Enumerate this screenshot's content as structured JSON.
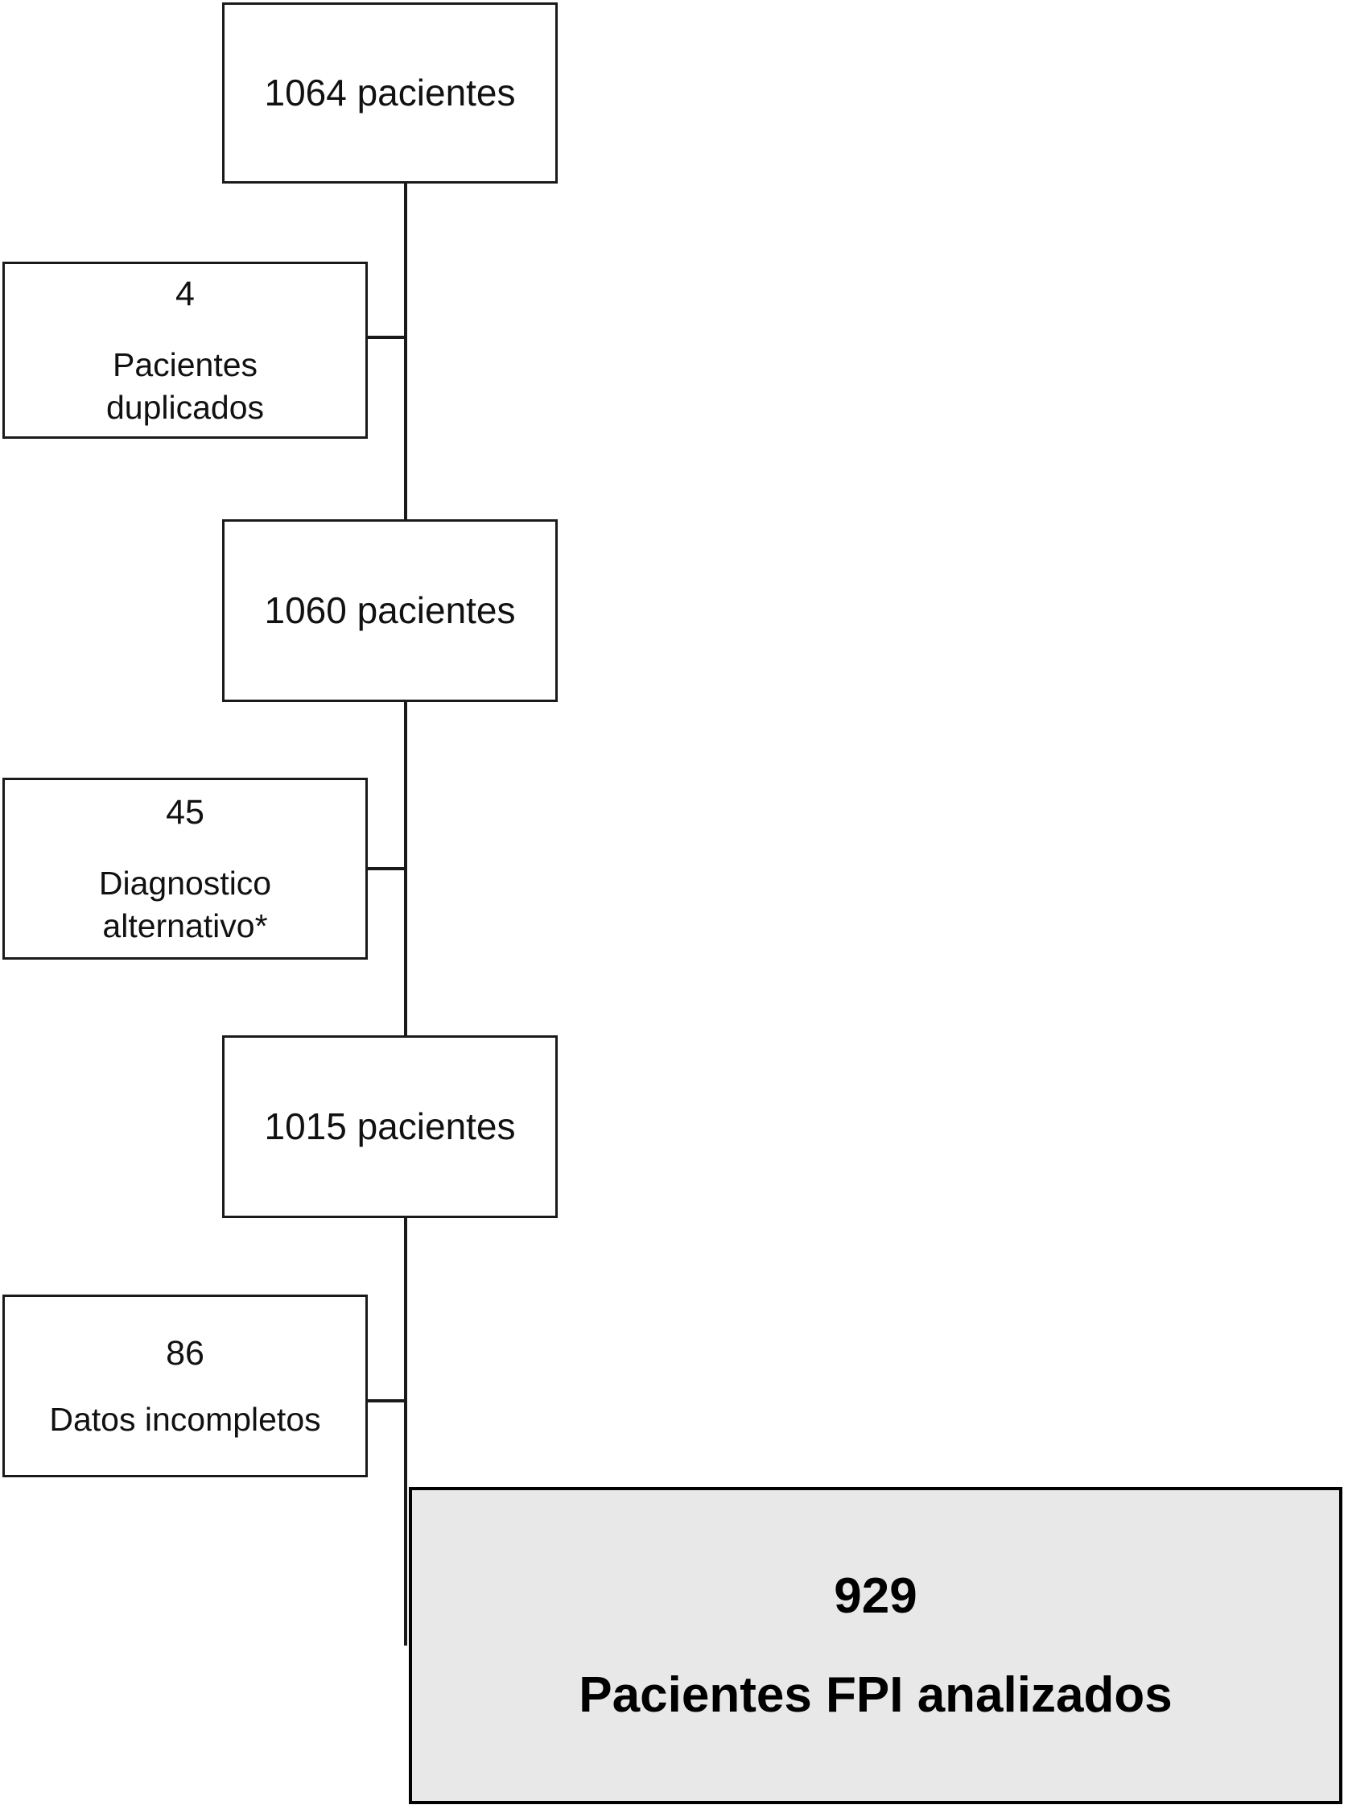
{
  "diagram": {
    "type": "patient-selection-flowchart",
    "language": "es",
    "nodes": {
      "total": {
        "label": "1064 pacientes",
        "count": 1064,
        "unit": "pacientes"
      },
      "after_duplicates": {
        "label": "1060 pacientes",
        "count": 1060,
        "unit": "pacientes"
      },
      "after_alt_diagnosis": {
        "label": "1015 pacientes",
        "count": 1015,
        "unit": "pacientes"
      },
      "final": {
        "count": "929",
        "label": "Pacientes FPI analizados"
      }
    },
    "exclusions": [
      {
        "count": "4",
        "reason": "Pacientes\nduplicados"
      },
      {
        "count": "45",
        "reason": "Diagnostico\nalternativo*"
      },
      {
        "count": "86",
        "reason": "Datos incompletos"
      }
    ],
    "colors": {
      "stroke": "#1a1a1a",
      "box_fill": "#ffffff",
      "final_fill": "#e8e8e8",
      "text": "#111111"
    }
  },
  "chart_data": {
    "type": "flowchart",
    "title": "",
    "stages": [
      {
        "id": "total",
        "label": "1064 pacientes",
        "value": 1064
      },
      {
        "id": "excluded_duplicates",
        "label": "Pacientes duplicados",
        "value": 4,
        "excluded": true
      },
      {
        "id": "after_duplicates",
        "label": "1060 pacientes",
        "value": 1060
      },
      {
        "id": "excluded_alt_diagnosis",
        "label": "Diagnostico alternativo*",
        "value": 45,
        "excluded": true
      },
      {
        "id": "after_alt_diagnosis",
        "label": "1015 pacientes",
        "value": 1015
      },
      {
        "id": "excluded_incomplete",
        "label": "Datos incompletos",
        "value": 86,
        "excluded": true
      },
      {
        "id": "final",
        "label": "Pacientes FPI analizados",
        "value": 929
      }
    ]
  }
}
